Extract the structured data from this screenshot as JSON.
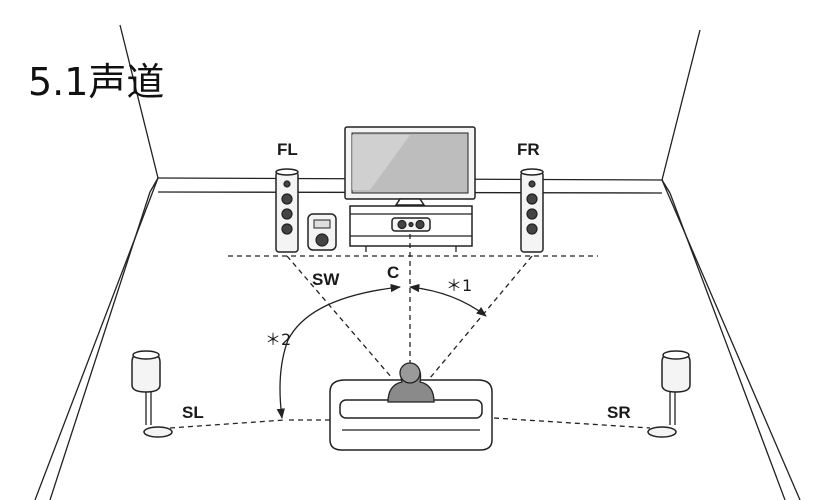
{
  "title": "5.1声道",
  "labels": {
    "fl": "FL",
    "fr": "FR",
    "sw": "SW",
    "c": "C",
    "sl": "SL",
    "sr": "SR",
    "angle1": "＊1",
    "angle2": "＊2"
  }
}
